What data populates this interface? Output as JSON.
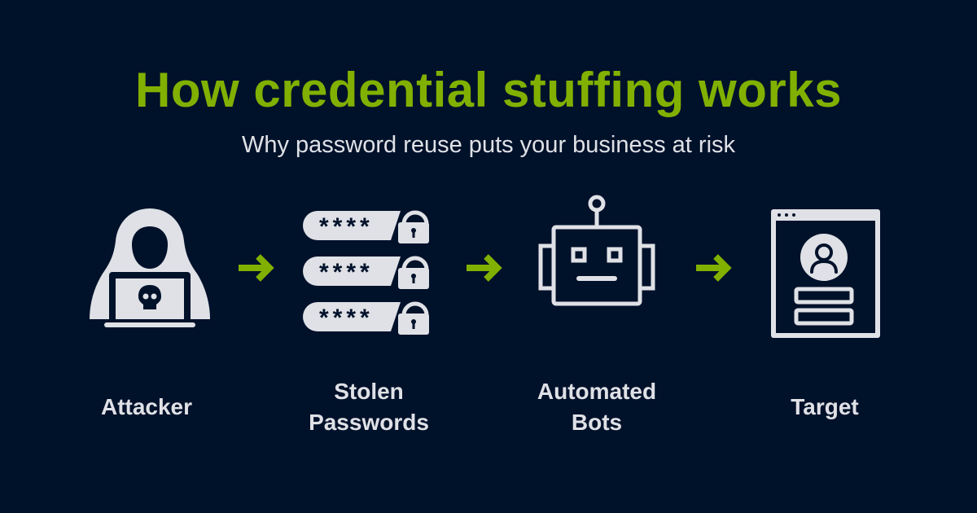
{
  "header": {
    "title": "How credential stuffing works",
    "subtitle": "Why password reuse puts your business at risk"
  },
  "colors": {
    "background": "#00112a",
    "accent": "#82b000",
    "icon": "#dfe1e6"
  },
  "steps": [
    {
      "label": "Attacker",
      "icon": "hooded-hacker-laptop-skull-icon"
    },
    {
      "label": "Stolen\nPasswords",
      "line1": "Stolen",
      "line2": "Passwords",
      "icon": "password-fields-lock-icon",
      "masked_text": "****"
    },
    {
      "label": "Automated\nBots",
      "line1": "Automated",
      "line2": "Bots",
      "icon": "robot-icon"
    },
    {
      "label": "Target",
      "icon": "browser-login-profile-icon"
    }
  ],
  "arrows": [
    "arrow-right",
    "arrow-right",
    "arrow-right"
  ]
}
